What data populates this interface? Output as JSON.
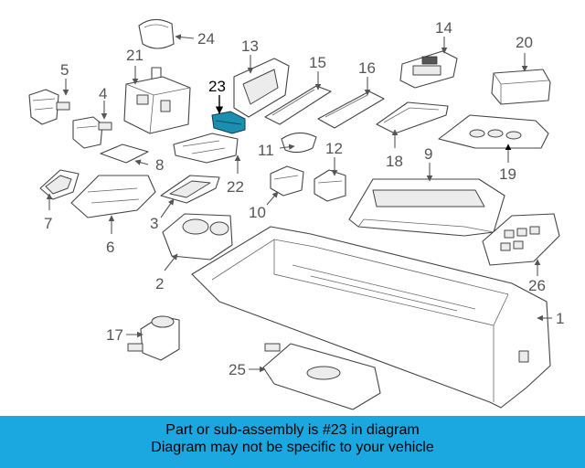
{
  "diagram": {
    "labels": [
      "1",
      "2",
      "3",
      "4",
      "5",
      "6",
      "7",
      "8",
      "9",
      "10",
      "11",
      "12",
      "13",
      "14",
      "15",
      "16",
      "17",
      "18",
      "19",
      "20",
      "21",
      "22",
      "23",
      "24",
      "25",
      "26"
    ],
    "highlighted_part": "23",
    "highlight_color": "#1b8fb0"
  },
  "banner": {
    "line1": "Part or sub-assembly is #23 in diagram",
    "line2": "Diagram may not be specific to your vehicle",
    "background_color": "#1ba8e0"
  }
}
